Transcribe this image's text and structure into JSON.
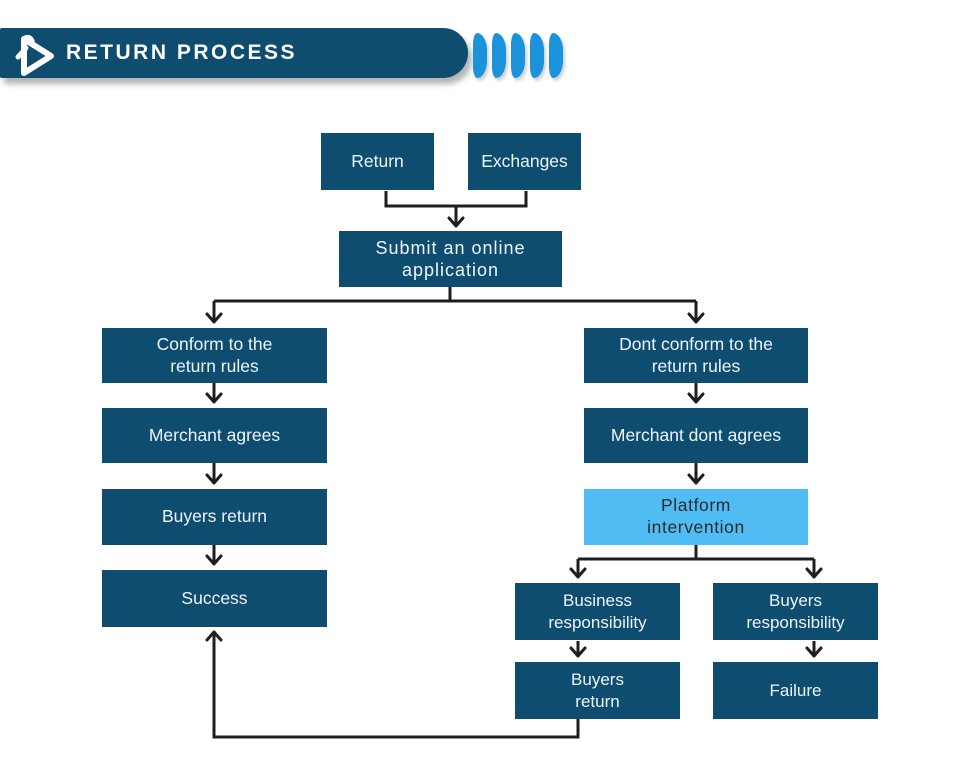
{
  "header": {
    "title": "RETURN PROCESS",
    "logo_icon": "wrench-play-logo",
    "chevron_count": 5
  },
  "colors": {
    "navy_box": "#0e4c70",
    "highlight_box": "#4fbcf4",
    "chevron_blue": "#1b93da",
    "connector_line": "#1e1e1e",
    "box_text": "#edf5fa",
    "highlight_text": "#2b2b2b"
  },
  "flowchart": {
    "nodes": {
      "return": {
        "label": "Return"
      },
      "exchanges": {
        "label": "Exchanges"
      },
      "submit": {
        "label": "Submit an online\napplication"
      },
      "conform": {
        "label": "Conform to the\nreturn rules"
      },
      "merchant_agrees": {
        "label": "Merchant agrees"
      },
      "buyers_return": {
        "label": "Buyers return"
      },
      "success": {
        "label": "Success"
      },
      "dont_conform": {
        "label": "Dont conform to the\nreturn rules"
      },
      "merchant_dont_agrees": {
        "label": "Merchant dont agrees"
      },
      "platform_intervention": {
        "label": "Platform\nintervention"
      },
      "business_responsibility": {
        "label": "Business\nresponsibility"
      },
      "buyers_responsibility": {
        "label": "Buyers\nresponsibility"
      },
      "buyers_return_2": {
        "label": "Buyers\nreturn"
      },
      "failure": {
        "label": "Failure"
      }
    },
    "edges": [
      {
        "from": "return",
        "to": "submit"
      },
      {
        "from": "exchanges",
        "to": "submit"
      },
      {
        "from": "submit",
        "to": "conform"
      },
      {
        "from": "submit",
        "to": "dont_conform"
      },
      {
        "from": "conform",
        "to": "merchant_agrees"
      },
      {
        "from": "merchant_agrees",
        "to": "buyers_return"
      },
      {
        "from": "buyers_return",
        "to": "success"
      },
      {
        "from": "dont_conform",
        "to": "merchant_dont_agrees"
      },
      {
        "from": "merchant_dont_agrees",
        "to": "platform_intervention"
      },
      {
        "from": "platform_intervention",
        "to": "business_responsibility"
      },
      {
        "from": "platform_intervention",
        "to": "buyers_responsibility"
      },
      {
        "from": "business_responsibility",
        "to": "buyers_return_2"
      },
      {
        "from": "buyers_responsibility",
        "to": "failure"
      },
      {
        "from": "buyers_return_2",
        "to": "success"
      }
    ]
  }
}
